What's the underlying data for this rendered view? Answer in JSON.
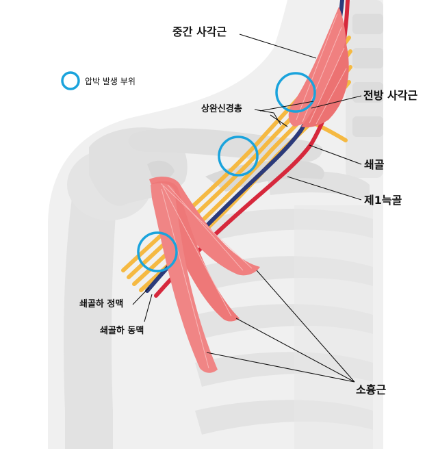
{
  "legend": {
    "label": "압박 발생 부위",
    "color": "#1aa3dc"
  },
  "labels": {
    "middle_scalene": "중간 사각근",
    "anterior_scalene": "전방 사각근",
    "brachial_plexus": "상완신경총",
    "clavicle": "쇄골",
    "first_rib": "제1늑골",
    "subclavian_vein": "쇄골하 정맥",
    "subclavian_artery": "쇄골하 동맥",
    "pectoralis_minor": "소흉근"
  },
  "colors": {
    "muscle": "#f08080",
    "muscle_dark": "#d9534f",
    "nerve": "#f5b942",
    "vein": "#2b3a7a",
    "artery": "#d6283c",
    "bone": "#e3e3e3",
    "body": "#efefef",
    "compression_ring": "#1aa3dc"
  }
}
